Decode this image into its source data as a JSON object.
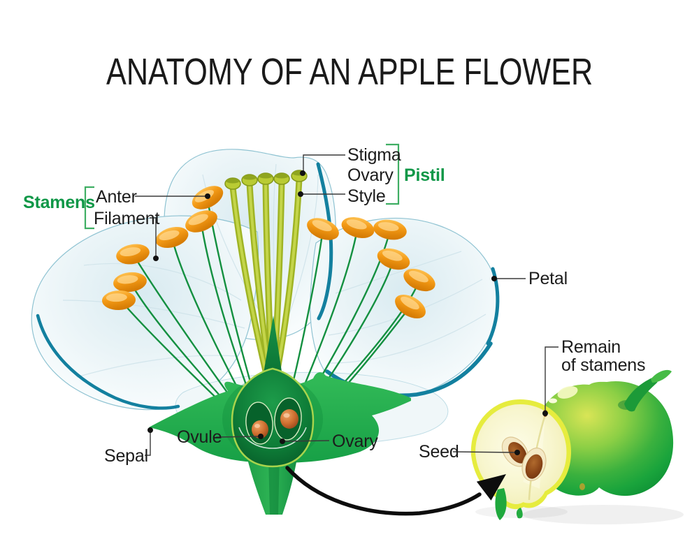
{
  "title": "ANATOMY OF AN APPLE FLOWER",
  "labels": {
    "stigma": "Stigma",
    "ovary_pistil": "Ovary",
    "style": "Style",
    "pistil": "Pistil",
    "stamens": "Stamens",
    "anther": "Anter",
    "filament": "Filament",
    "petal": "Petal",
    "sepal": "Sepal",
    "ovule": "Ovule",
    "ovary": "Ovary",
    "seed": "Seed",
    "remain_line1": "Remain",
    "remain_line2": "of stamens"
  },
  "colors": {
    "label_text": "#1c1c1c",
    "group_label_green": "#0f9747",
    "bracket_green": "#3fae63",
    "leader_line": "#3a3a3a",
    "petal_outline_teal": "#13809f",
    "filament_green": "#149040",
    "anther_orange": "#f59a1e",
    "style_yellow_green": "#b3c52f",
    "sepal_green": "#27b24f",
    "ovary_dark_green": "#07622b",
    "ovule_brown_orange": "#c06327",
    "apple_green": "#2fae43",
    "apple_flesh": "#f5f2bc",
    "apple_skin_yellow": "#e6ec3e",
    "seed_brown": "#8a4517",
    "arrow_black": "#0d0d0d"
  }
}
